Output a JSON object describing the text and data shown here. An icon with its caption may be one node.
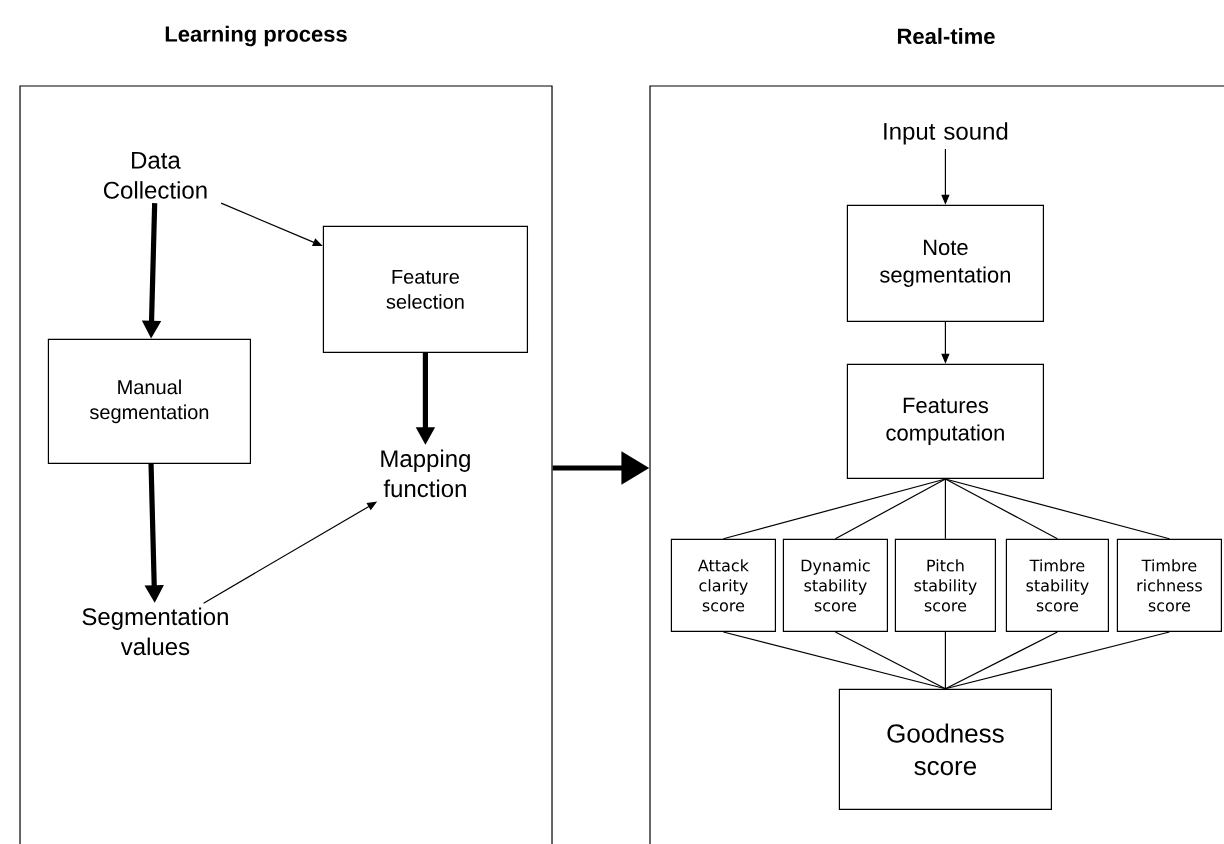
{
  "diagram": {
    "nodes": [
      {
        "text": [
          "Learning process"
        ]
      },
      {
        "text": [
          "Real-time"
        ]
      },
      {
        "text": [
          "Data Collection"
        ],
        "in": 0
      },
      {
        "text": [
          "Feature selection"
        ],
        "in": 0
      },
      {
        "text": [
          "Manual segmentation"
        ],
        "in": 0
      },
      {
        "text": [
          "Mapping function"
        ],
        "in": 0
      },
      {
        "text": [
          "Segmentation values"
        ],
        "in": 0
      },
      {
        "text": [
          "Input sound"
        ],
        "in": 1
      },
      {
        "text": [
          "Note segmentation"
        ],
        "in": 1
      },
      {
        "text": [
          "Features computation"
        ],
        "in": 1
      },
      {
        "text": [
          "Attack clarity score"
        ],
        "in": 1
      },
      {
        "text": [
          "Dynamic stability score"
        ],
        "in": 1
      },
      {
        "text": [
          "Pitch stability score"
        ],
        "in": 1
      },
      {
        "text": [
          "Timbre stability score"
        ],
        "in": 1
      },
      {
        "text": [
          "Timbre richness score"
        ],
        "in": 1
      },
      {
        "text": [
          "Goodness score"
        ],
        "in": 1
      }
    ],
    "edges": [
      {
        "from": 2,
        "to": 3,
        "arrow": "to"
      },
      {
        "from": 2,
        "to": 4,
        "arrow": "to",
        "style": "thick"
      },
      {
        "from": 3,
        "to": 5,
        "arrow": "to",
        "style": "thick"
      },
      {
        "from": 4,
        "to": 6,
        "arrow": "to",
        "style": "thick"
      },
      {
        "from": 6,
        "to": 5,
        "arrow": "to"
      },
      {
        "from": 0,
        "to": 1,
        "arrow": "to",
        "style": "thick"
      },
      {
        "from": 7,
        "to": 8,
        "arrow": "to"
      },
      {
        "from": 8,
        "to": 9,
        "arrow": "to"
      },
      {
        "from": 9,
        "to": 10,
        "arrow": "none"
      },
      {
        "from": 9,
        "to": 11,
        "arrow": "none"
      },
      {
        "from": 9,
        "to": 12,
        "arrow": "none"
      },
      {
        "from": 9,
        "to": 13,
        "arrow": "none"
      },
      {
        "from": 9,
        "to": 14,
        "arrow": "none"
      },
      {
        "from": 10,
        "to": 15,
        "arrow": "none"
      },
      {
        "from": 11,
        "to": 15,
        "arrow": "none"
      },
      {
        "from": 12,
        "to": 15,
        "arrow": "none"
      },
      {
        "from": 13,
        "to": 15,
        "arrow": "none"
      },
      {
        "from": 14,
        "to": 15,
        "arrow": "none"
      }
    ]
  }
}
